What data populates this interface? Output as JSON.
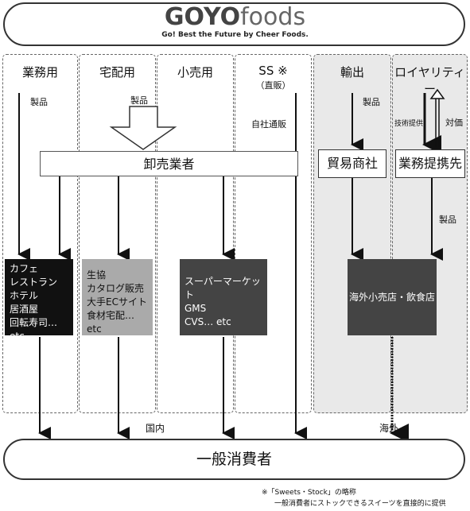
{
  "header": {
    "logo_main": "GOYO",
    "logo_sub": "foods",
    "tagline": "Go! Best the Future by Cheer Foods."
  },
  "columns": [
    {
      "label": "業務用"
    },
    {
      "label": "宅配用"
    },
    {
      "label": "小売用"
    },
    {
      "label": "SS ※",
      "sublabel": "（直販）"
    },
    {
      "label": "輸出"
    },
    {
      "label": "ロイヤリティー"
    }
  ],
  "flow_labels": {
    "product_gyomu": "製品",
    "product_takuhai": "製品",
    "direct_sales": "自社通販",
    "product_export": "製品",
    "tech": "技術提供",
    "payment": "対価",
    "product_royalty": "製品"
  },
  "wholesaler": "卸売業者",
  "trading_company": "貿易商社",
  "partner": "業務提携先",
  "channels": {
    "foodservice": [
      "カフェ",
      "レストラン",
      "ホテル",
      "居酒屋",
      "回転寿司… etc"
    ],
    "delivery": [
      "生協",
      "カタログ販売",
      "大手ECサイト",
      "食材宅配… etc"
    ],
    "retail": [
      "スーパーマーケット",
      "GMS",
      "CVS… etc"
    ],
    "overseas": "海外小売店・飲食店"
  },
  "regions": {
    "domestic": "国内",
    "overseas": "海外"
  },
  "consumer": "一般消費者",
  "footnote": {
    "line1": "※「Sweets・Stock」の略称",
    "line2": "一般消費者にストックできるスイーツを直接的に提供"
  }
}
